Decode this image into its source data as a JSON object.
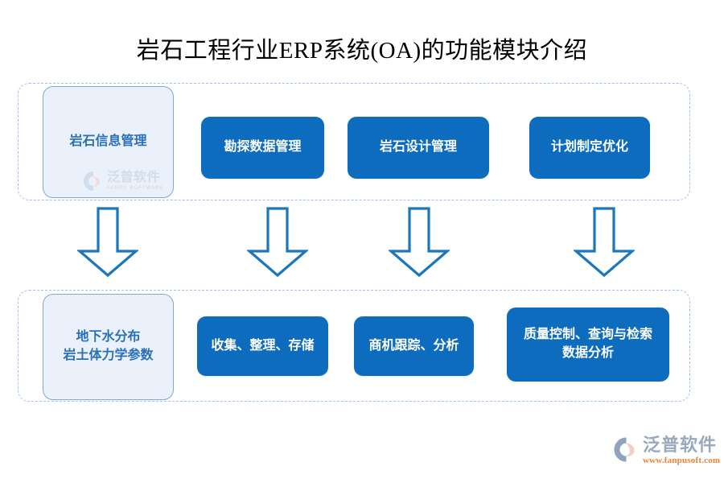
{
  "page": {
    "title": "岩石工程行业ERP系统(OA)的功能模块介绍",
    "background_color": "#ffffff"
  },
  "colors": {
    "primary_blue": "#0d6cbd",
    "ghost_fill": "#eaf1fa",
    "ghost_border": "#7fa9d6",
    "ghost_text": "#2a6fba",
    "dashed_border": "#9dc3ea",
    "arrow_stroke": "#1a76bd",
    "logo_text": "#98a9bd",
    "logo_url_text": "#e8833a",
    "title_text": "#000000"
  },
  "diagram": {
    "rows": [
      {
        "name": "module-row",
        "nodes": [
          {
            "id": "rock-info",
            "label": "岩石信息管理",
            "style": "ghost"
          },
          {
            "id": "survey-data",
            "label": "勘探数据管理",
            "style": "solid"
          },
          {
            "id": "rock-design",
            "label": "岩石设计管理",
            "style": "solid"
          },
          {
            "id": "plan-optimize",
            "label": "计划制定优化",
            "style": "solid"
          }
        ]
      },
      {
        "name": "detail-row",
        "nodes": [
          {
            "id": "groundwater",
            "label": "地下水分布\n岩土体力学参数",
            "line1": "地下水分布",
            "line2": "岩土体力学参数",
            "style": "ghost"
          },
          {
            "id": "collect",
            "label": "收集、整理、存储",
            "style": "solid"
          },
          {
            "id": "opportunity",
            "label": "商机跟踪、分析",
            "style": "solid"
          },
          {
            "id": "quality",
            "label": "质量控制、查询与检索\n数据分析",
            "line1": "质量控制、查询与检索",
            "line2": "数据分析",
            "style": "solid"
          }
        ]
      }
    ],
    "arrows": [
      {
        "id": "arrow-1",
        "direction": "down",
        "from": "rock-info",
        "to": "groundwater"
      },
      {
        "id": "arrow-2",
        "direction": "down",
        "from": "survey-data",
        "to": "collect"
      },
      {
        "id": "arrow-3",
        "direction": "down",
        "from": "rock-design",
        "to": "opportunity"
      },
      {
        "id": "arrow-4",
        "direction": "down",
        "from": "plan-optimize",
        "to": "quality"
      }
    ]
  },
  "watermark": {
    "cn": "泛普软件",
    "en": "FANPU SOFTWARE"
  },
  "brand_logo": {
    "cn": "泛普软件",
    "url": "www.fanpusoft.com"
  }
}
